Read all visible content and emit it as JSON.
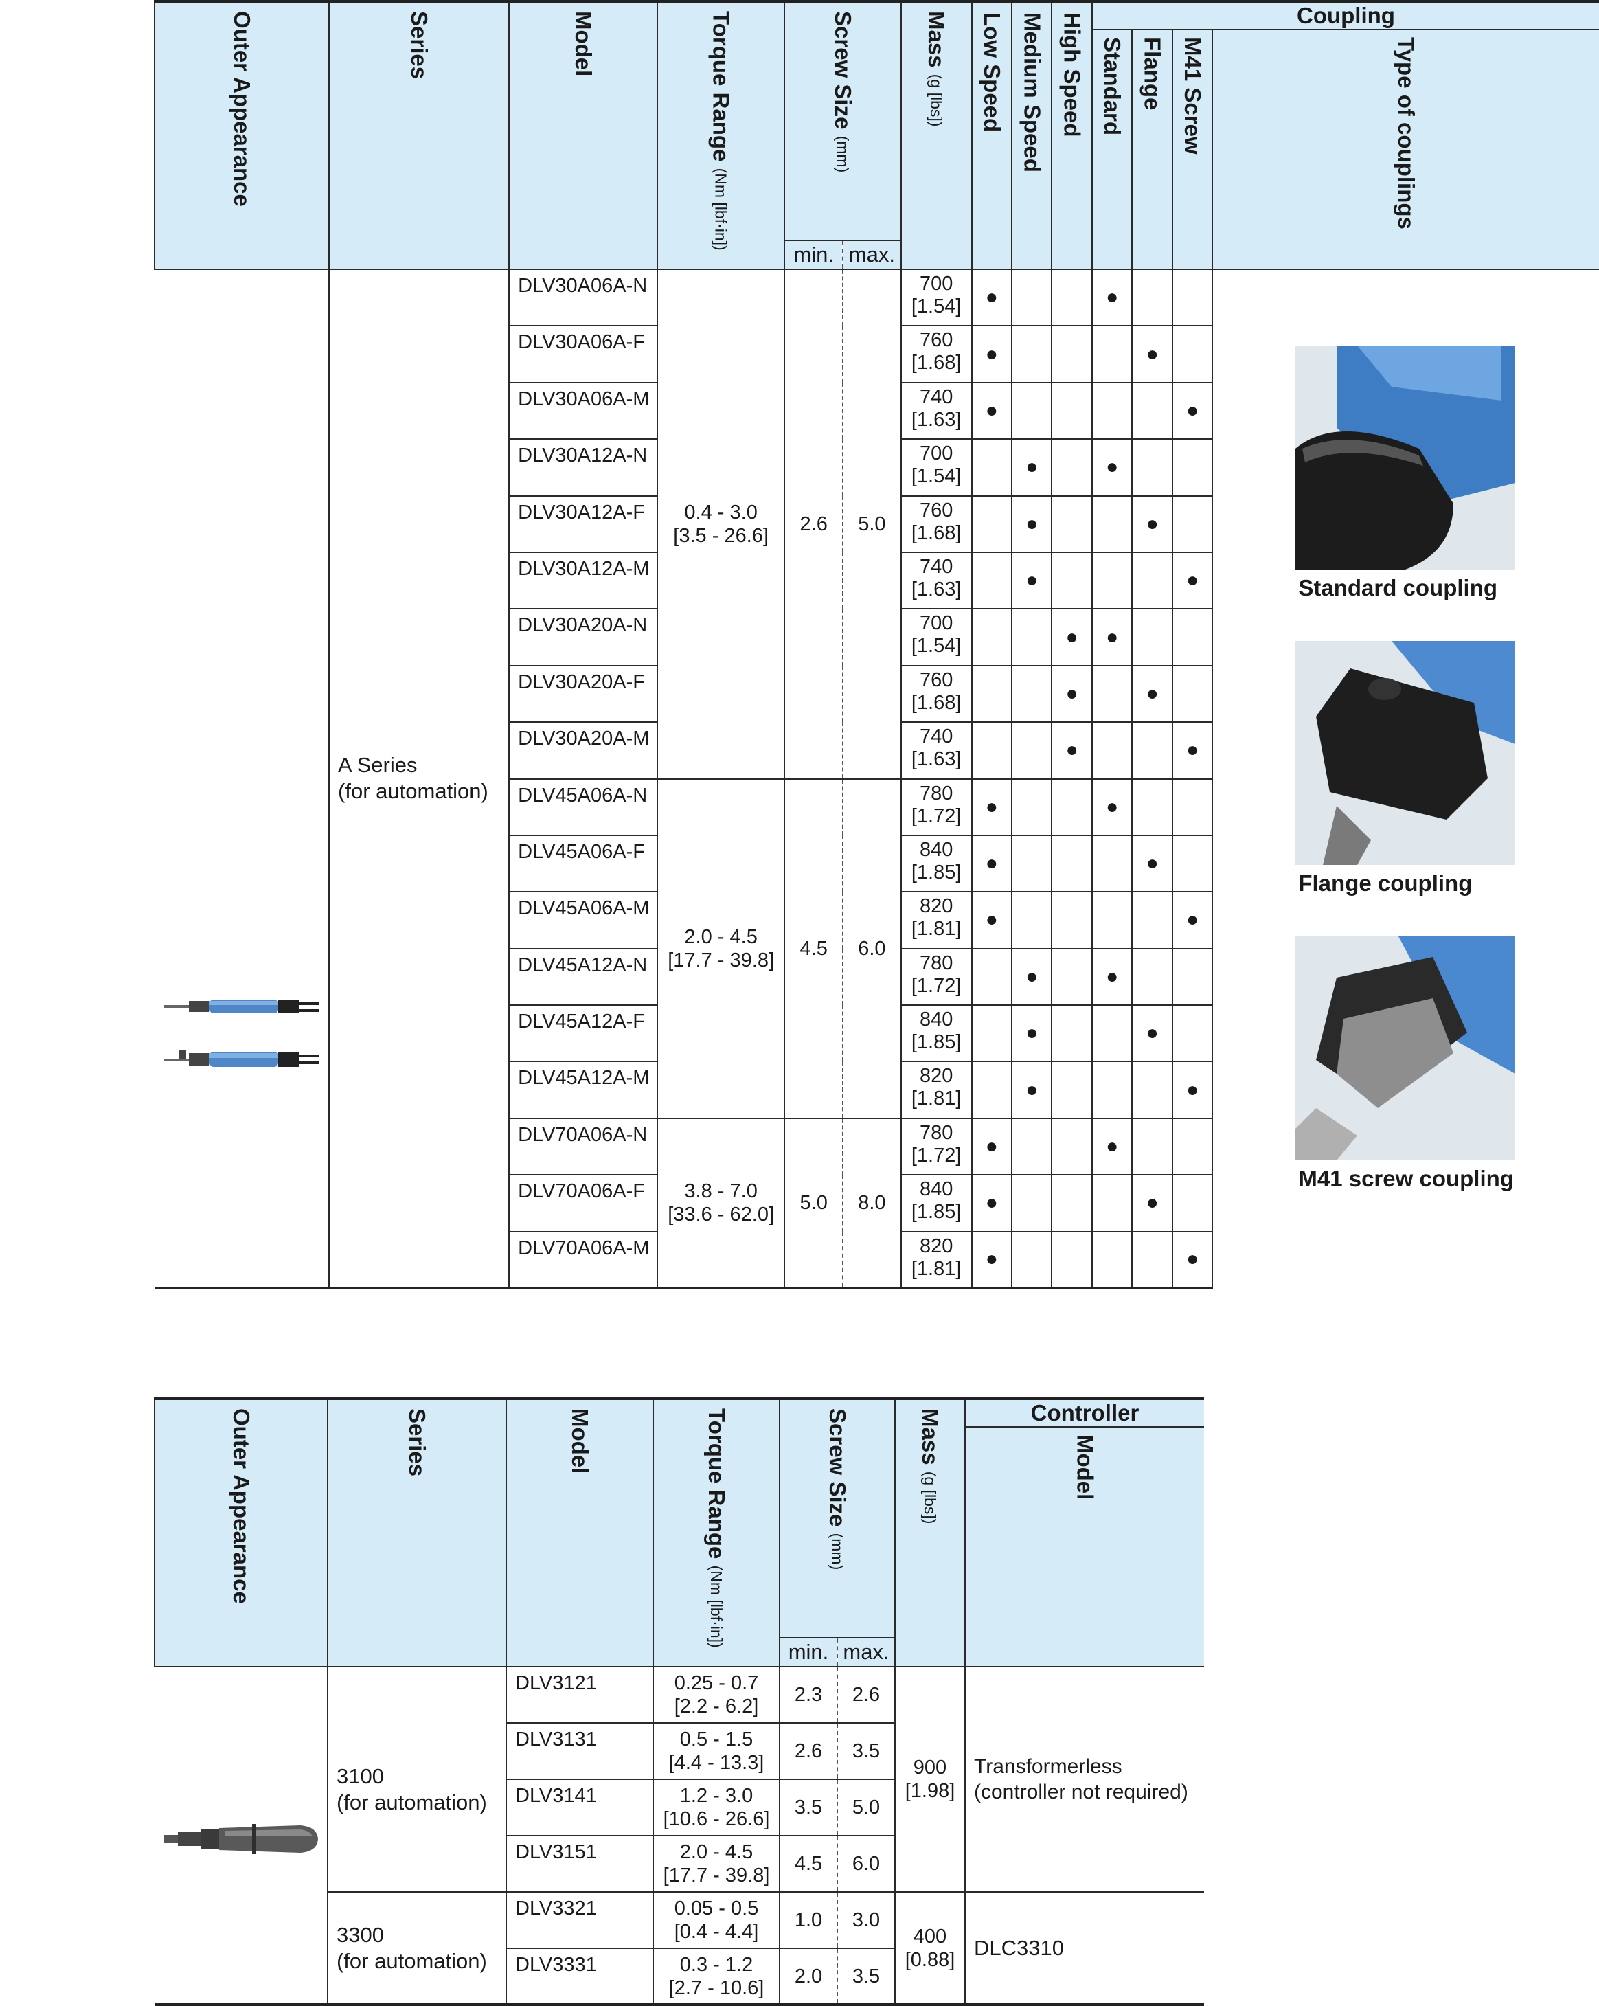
{
  "headers": {
    "outer_appearance": "Outer Appearance",
    "series": "Series",
    "model": "Model",
    "torque_range": "Torque  Range",
    "torque_unit": "(Nm [lbf·in])",
    "screw_size": "Screw Size",
    "screw_unit": "(mm)",
    "mass": "Mass",
    "mass_unit": "(g [lbs])",
    "low_speed": "Low Speed",
    "medium_speed": "Medium Speed",
    "high_speed": "High Speed",
    "coupling": "Coupling",
    "standard": "Standard",
    "flange": "Flange",
    "m41_screw": "M41 Screw",
    "type_of_couplings": "Type of couplings",
    "min": "min.",
    "max": "max.",
    "controller": "Controller",
    "controller_model": "Model"
  },
  "dot": "●",
  "table1": {
    "series_line1": "A Series",
    "series_line2": "(for automation)",
    "groups": [
      {
        "torque": "0.4 - 3.0",
        "torque_lbf": "[3.5 - 26.6]",
        "min": "2.6",
        "max": "5.0"
      },
      {
        "torque": "2.0 - 4.5",
        "torque_lbf": "[17.7 - 39.8]",
        "min": "4.5",
        "max": "6.0"
      },
      {
        "torque": "3.8 - 7.0",
        "torque_lbf": "[33.6 - 62.0]",
        "min": "5.0",
        "max": "8.0"
      }
    ],
    "rows": [
      {
        "model": "DLV30A06A-N",
        "mass": "700",
        "mass_lbs": "[1.54]"
      },
      {
        "model": "DLV30A06A-F",
        "mass": "760",
        "mass_lbs": "[1.68]"
      },
      {
        "model": "DLV30A06A-M",
        "mass": "740",
        "mass_lbs": "[1.63]"
      },
      {
        "model": "DLV30A12A-N",
        "mass": "700",
        "mass_lbs": "[1.54]"
      },
      {
        "model": "DLV30A12A-F",
        "mass": "760",
        "mass_lbs": "[1.68]"
      },
      {
        "model": "DLV30A12A-M",
        "mass": "740",
        "mass_lbs": "[1.63]"
      },
      {
        "model": "DLV30A20A-N",
        "mass": "700",
        "mass_lbs": "[1.54]"
      },
      {
        "model": "DLV30A20A-F",
        "mass": "760",
        "mass_lbs": "[1.68]"
      },
      {
        "model": "DLV30A20A-M",
        "mass": "740",
        "mass_lbs": "[1.63]"
      },
      {
        "model": "DLV45A06A-N",
        "mass": "780",
        "mass_lbs": "[1.72]"
      },
      {
        "model": "DLV45A06A-F",
        "mass": "840",
        "mass_lbs": "[1.85]"
      },
      {
        "model": "DLV45A06A-M",
        "mass": "820",
        "mass_lbs": "[1.81]"
      },
      {
        "model": "DLV45A12A-N",
        "mass": "780",
        "mass_lbs": "[1.72]"
      },
      {
        "model": "DLV45A12A-F",
        "mass": "840",
        "mass_lbs": "[1.85]"
      },
      {
        "model": "DLV45A12A-M",
        "mass": "820",
        "mass_lbs": "[1.81]"
      },
      {
        "model": "DLV70A06A-N",
        "mass": "780",
        "mass_lbs": "[1.72]"
      },
      {
        "model": "DLV70A06A-F",
        "mass": "840",
        "mass_lbs": "[1.85]"
      },
      {
        "model": "DLV70A06A-M",
        "mass": "820",
        "mass_lbs": "[1.81]"
      }
    ],
    "couplings": [
      {
        "caption": "Standard coupling",
        "icon": "standard-coupling-photo"
      },
      {
        "caption": "Flange coupling",
        "icon": "flange-coupling-photo"
      },
      {
        "caption": "M41 screw coupling",
        "icon": "m41-screw-coupling-photo"
      }
    ]
  },
  "table2": {
    "series_3100_line1": "3100",
    "series_3100_line2": "(for automation)",
    "series_3300_line1": "3300",
    "series_3300_line2": "(for automation)",
    "rows": [
      {
        "model": "DLV3121",
        "torque": "0.25 - 0.7",
        "torque_lbf": "[2.2 - 6.2]",
        "min": "2.3",
        "max": "2.6"
      },
      {
        "model": "DLV3131",
        "torque": "0.5 - 1.5",
        "torque_lbf": "[4.4 - 13.3]",
        "min": "2.6",
        "max": "3.5"
      },
      {
        "model": "DLV3141",
        "torque": "1.2 - 3.0",
        "torque_lbf": "[10.6 - 26.6]",
        "min": "3.5",
        "max": "5.0"
      },
      {
        "model": "DLV3151",
        "torque": "2.0 - 4.5",
        "torque_lbf": "[17.7 - 39.8]",
        "min": "4.5",
        "max": "6.0"
      },
      {
        "model": "DLV3321",
        "torque": "0.05 - 0.5",
        "torque_lbf": "[0.4 - 4.4]",
        "min": "1.0",
        "max": "3.0"
      },
      {
        "model": "DLV3331",
        "torque": "0.3 - 1.2",
        "torque_lbf": "[2.7 - 10.6]",
        "min": "2.0",
        "max": "3.5"
      }
    ],
    "mass_3100": "900",
    "mass_3100_lbs": "[1.98]",
    "mass_3300": "400",
    "mass_3300_lbs": "[0.88]",
    "controller_3100_line1": "Transformerless",
    "controller_3100_line2": "(controller not required)",
    "controller_3300": "DLC3310"
  }
}
